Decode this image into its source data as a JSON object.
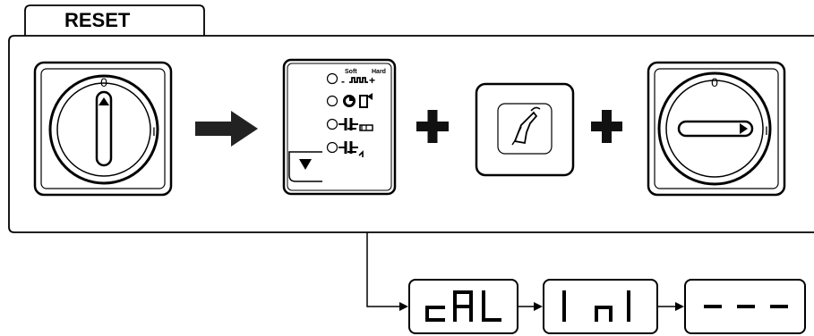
{
  "tab": {
    "title": "RESET"
  },
  "step1_switch": {
    "off_label": "0",
    "on_label": "I"
  },
  "operator_panel": {
    "soft_label": "Soft",
    "hard_label": "Hard",
    "minus_label": "-",
    "plus_label": "+"
  },
  "step3_switch": {
    "off_label": "0",
    "on_label": "I"
  },
  "display_sequence": [
    {
      "text": "cAL"
    },
    {
      "text": "Ini"
    },
    {
      "text": "---"
    }
  ]
}
